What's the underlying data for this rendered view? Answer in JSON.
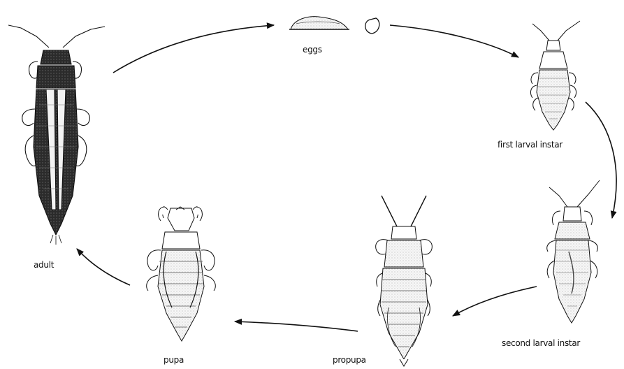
{
  "stages": {
    "eggs": "eggs",
    "first_larval_instar": "first larval instar",
    "second_larval_instar": "second larval instar",
    "propupa": "propupa",
    "pupa": "pupa",
    "adult": "adult"
  },
  "colors": {
    "ink": "#111111",
    "body_dark": "#2a2a2a",
    "body_light": "#f2f2f2"
  },
  "icons": {
    "adult": "adult-thrips-icon",
    "eggs": "egg-icon",
    "first": "first-instar-larva-icon",
    "second": "second-instar-larva-icon",
    "propupa": "propupa-icon",
    "pupa": "pupa-icon"
  }
}
